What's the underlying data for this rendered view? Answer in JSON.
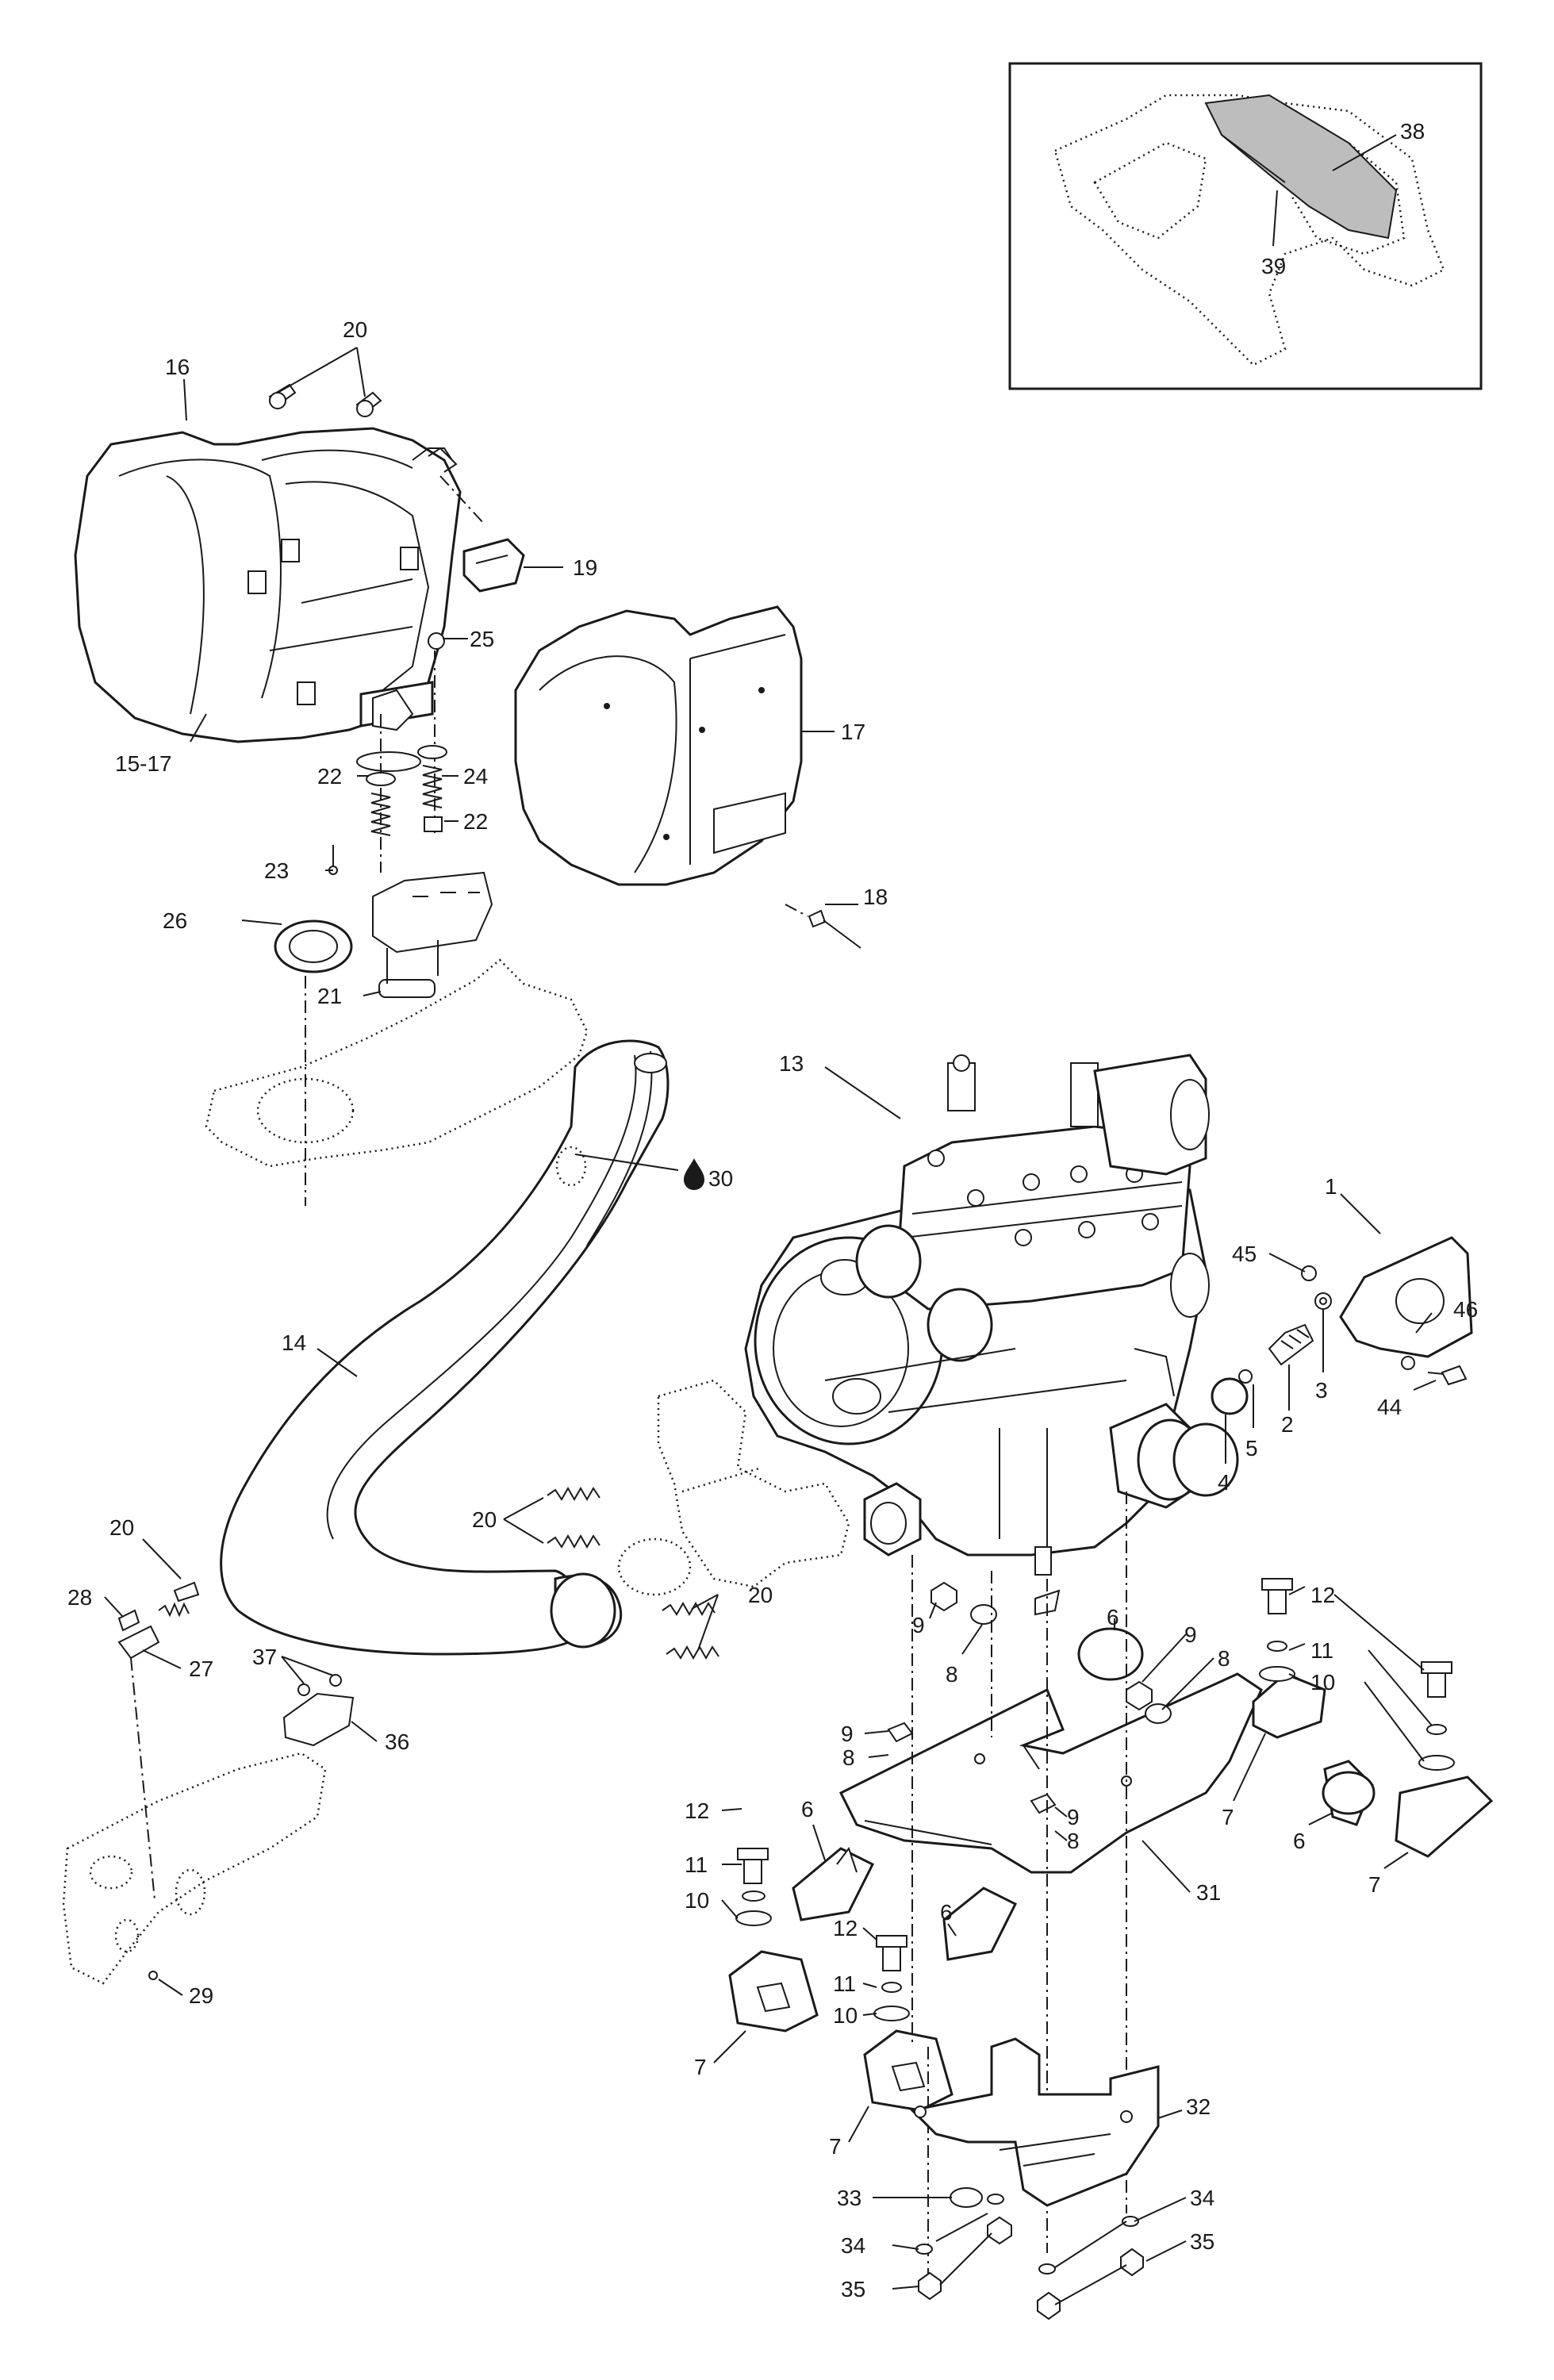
{
  "callouts": [
    {
      "id": "c20a",
      "text": "20"
    },
    {
      "id": "c16",
      "text": "16"
    },
    {
      "id": "c19",
      "text": "19"
    },
    {
      "id": "c25",
      "text": "25"
    },
    {
      "id": "c15_17",
      "text": "15-17"
    },
    {
      "id": "c22a",
      "text": "22"
    },
    {
      "id": "c24",
      "text": "24"
    },
    {
      "id": "c22b",
      "text": "22"
    },
    {
      "id": "c17",
      "text": "17"
    },
    {
      "id": "c23",
      "text": "23"
    },
    {
      "id": "c26",
      "text": "26"
    },
    {
      "id": "c18",
      "text": "18"
    },
    {
      "id": "c21",
      "text": "21"
    },
    {
      "id": "c13",
      "text": "13"
    },
    {
      "id": "c30",
      "text": "30"
    },
    {
      "id": "c1",
      "text": "1"
    },
    {
      "id": "c45",
      "text": "45"
    },
    {
      "id": "c46",
      "text": "46"
    },
    {
      "id": "c3",
      "text": "3"
    },
    {
      "id": "c44",
      "text": "44"
    },
    {
      "id": "c2",
      "text": "2"
    },
    {
      "id": "c5",
      "text": "5"
    },
    {
      "id": "c4",
      "text": "4"
    },
    {
      "id": "c14",
      "text": "14"
    },
    {
      "id": "c20b",
      "text": "20"
    },
    {
      "id": "c20c",
      "text": "20"
    },
    {
      "id": "c20d",
      "text": "20"
    },
    {
      "id": "c28",
      "text": "28"
    },
    {
      "id": "c27",
      "text": "27"
    },
    {
      "id": "c37",
      "text": "37"
    },
    {
      "id": "c36",
      "text": "36"
    },
    {
      "id": "c9a",
      "text": "9"
    },
    {
      "id": "c8a",
      "text": "8"
    },
    {
      "id": "c6a",
      "text": "6"
    },
    {
      "id": "c9b",
      "text": "9"
    },
    {
      "id": "c8b",
      "text": "8"
    },
    {
      "id": "c12a",
      "text": "12"
    },
    {
      "id": "c11a",
      "text": "11"
    },
    {
      "id": "c10a",
      "text": "10"
    },
    {
      "id": "c9c",
      "text": "9"
    },
    {
      "id": "c8c",
      "text": "8"
    },
    {
      "id": "c9d",
      "text": "9"
    },
    {
      "id": "c8d",
      "text": "8"
    },
    {
      "id": "c7a",
      "text": "7"
    },
    {
      "id": "c6b",
      "text": "6"
    },
    {
      "id": "c7b",
      "text": "7"
    },
    {
      "id": "c12b",
      "text": "12"
    },
    {
      "id": "c6c",
      "text": "6"
    },
    {
      "id": "c11b",
      "text": "11"
    },
    {
      "id": "c10b",
      "text": "10"
    },
    {
      "id": "c31",
      "text": "31"
    },
    {
      "id": "c12c",
      "text": "12"
    },
    {
      "id": "c6d",
      "text": "6"
    },
    {
      "id": "c11c",
      "text": "11"
    },
    {
      "id": "c10c",
      "text": "10"
    },
    {
      "id": "c7c",
      "text": "7"
    },
    {
      "id": "c7d",
      "text": "7"
    },
    {
      "id": "c29",
      "text": "29"
    },
    {
      "id": "c32",
      "text": "32"
    },
    {
      "id": "c33",
      "text": "33"
    },
    {
      "id": "c34a",
      "text": "34"
    },
    {
      "id": "c34b",
      "text": "34"
    },
    {
      "id": "c35a",
      "text": "35"
    },
    {
      "id": "c35b",
      "text": "35"
    },
    {
      "id": "c38",
      "text": "38"
    },
    {
      "id": "c39",
      "text": "39"
    }
  ],
  "icons": {
    "lubricant_drop": "drop-icon"
  }
}
